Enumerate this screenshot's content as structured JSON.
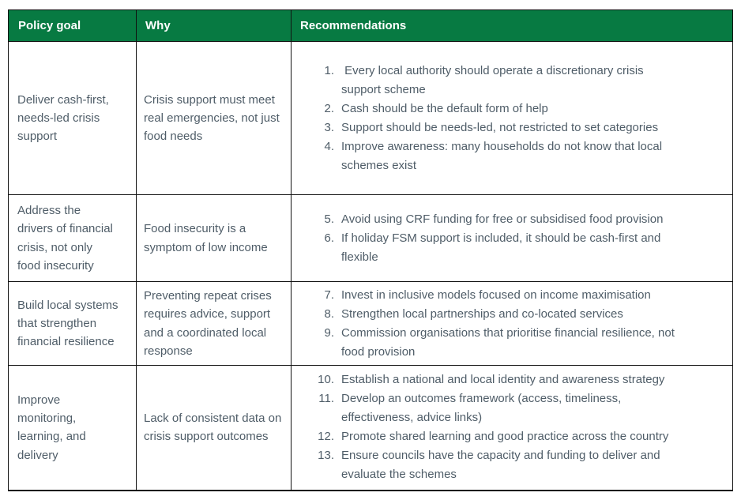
{
  "colors": {
    "header_bg": "#077a42",
    "header_text": "#ffffff",
    "body_text": "#4f5d68",
    "border": "#111111"
  },
  "table": {
    "headers": [
      "Policy goal",
      "Why",
      "Recommendations"
    ],
    "rows": [
      {
        "goal": "Deliver cash-first, needs-led crisis support",
        "why": "Crisis support must meet real emergencies, not just food needs",
        "recs": [
          {
            "num": "1.",
            "text": " Every local authority should operate a discretionary crisis support scheme"
          },
          {
            "num": "2.",
            "text": "Cash should be the default form of help"
          },
          {
            "num": "3.",
            "text": "Support should be needs-led, not restricted to set categories"
          },
          {
            "num": "4.",
            "text": "Improve awareness: many households do not know that local schemes exist"
          }
        ]
      },
      {
        "goal": "Address the drivers of financial crisis, not only food insecurity",
        "why": "Food insecurity is a symptom of low income",
        "recs": [
          {
            "num": "5.",
            "text": "Avoid using CRF funding for free or subsidised food provision"
          },
          {
            "num": "6.",
            "text": "If holiday FSM support is included, it should be cash-first and flexible"
          }
        ]
      },
      {
        "goal": "Build local systems that strengthen financial resilience",
        "why": "Preventing repeat crises requires advice, support and a coordinated local response",
        "recs": [
          {
            "num": "7.",
            "text": "Invest in inclusive models focused on income maximisation"
          },
          {
            "num": "8.",
            "text": "Strengthen local partnerships and co-located services"
          },
          {
            "num": "9.",
            "text": "Commission organisations that prioritise financial resilience, not food provision"
          }
        ]
      },
      {
        "goal": "Improve monitoring, learning, and delivery",
        "why": "Lack of consistent data on crisis support outcomes",
        "recs": [
          {
            "num": "10.",
            "text": "Establish a national and local identity and awareness strategy"
          },
          {
            "num": "11.",
            "text": "Develop an outcomes framework (access, timeliness, effectiveness, advice links)"
          },
          {
            "num": "12.",
            "text": "Promote shared learning and good practice across the country"
          },
          {
            "num": "13.",
            "text": "Ensure councils have the capacity and funding to deliver and evaluate the schemes"
          }
        ]
      }
    ]
  }
}
